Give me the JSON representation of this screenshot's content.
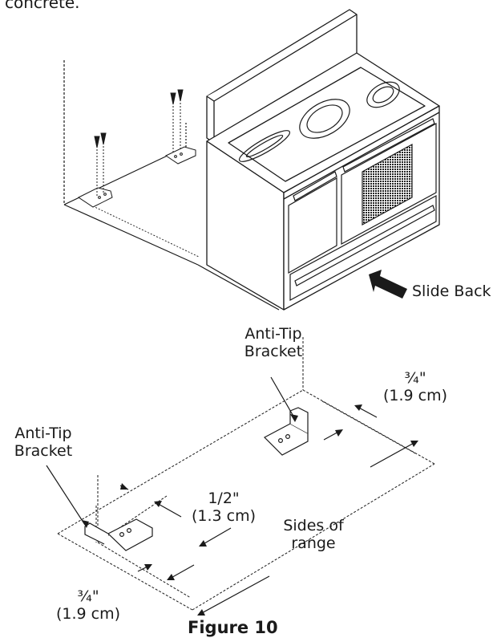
{
  "header_text": "concrete.",
  "labels": {
    "slide_back": "Slide Back",
    "anti_tip_upper_line1": "Anti-Tip",
    "anti_tip_upper_line2": "Bracket",
    "anti_tip_left_line1": "Anti-Tip",
    "anti_tip_left_line2": "Bracket",
    "dim_right_a": "¾\"",
    "dim_right_b": "(1.9 cm)",
    "dim_half_a": "1/2\"",
    "dim_half_b": "(1.3 cm)",
    "sides_line1": "Sides of",
    "sides_line2": "range",
    "dim_bottom_a": "¾\"",
    "dim_bottom_b": "(1.9 cm)"
  },
  "figure_caption": "Figure 10"
}
